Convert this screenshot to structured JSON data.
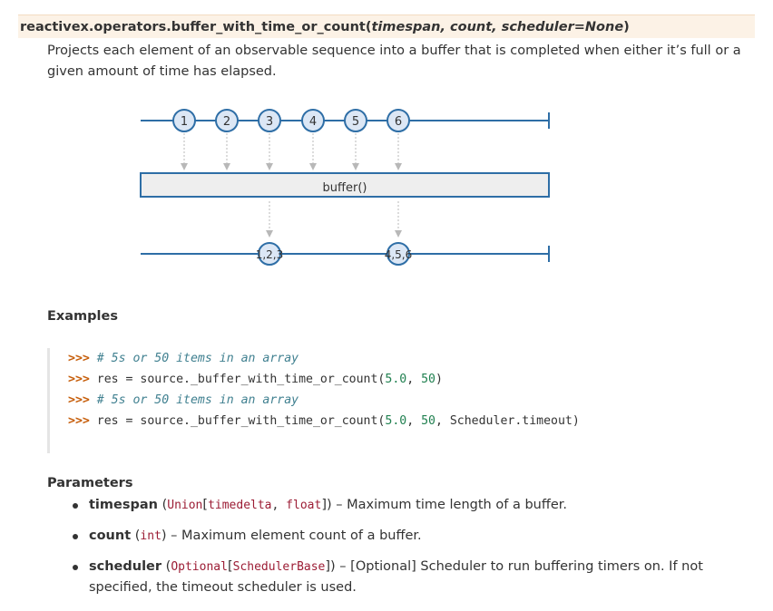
{
  "signature": {
    "name": "reactivex.operators.buffer_with_time_or_count",
    "open_paren": "(",
    "params": "timespan, count, scheduler=None",
    "close_paren": ")"
  },
  "description": "Projects each element of an observable sequence into a buffer that is completed when either it’s full or a given amount of time has elapsed.",
  "diagram": {
    "input_items": [
      "1",
      "2",
      "3",
      "4",
      "5",
      "6"
    ],
    "operator_label": "buffer()",
    "output_items": [
      "1,2,3",
      "4,5,6"
    ],
    "line_color": "#2e6ea6",
    "marble_fill": "#dce7f5"
  },
  "examples": {
    "heading": "Examples",
    "lines": [
      {
        "prompt": ">>>",
        "parts": [
          {
            "t": "cm",
            "v": "# 5s or 50 items in an array"
          }
        ]
      },
      {
        "prompt": ">>>",
        "parts": [
          {
            "t": "plain",
            "v": "res = source._buffer_with_time_or_count("
          },
          {
            "t": "num",
            "v": "5.0"
          },
          {
            "t": "plain",
            "v": ", "
          },
          {
            "t": "num",
            "v": "50"
          },
          {
            "t": "plain",
            "v": ")"
          }
        ]
      },
      {
        "prompt": ">>>",
        "parts": [
          {
            "t": "cm",
            "v": "# 5s or 50 items in an array"
          }
        ]
      },
      {
        "prompt": ">>>",
        "parts": [
          {
            "t": "plain",
            "v": "res = source._buffer_with_time_or_count("
          },
          {
            "t": "num",
            "v": "5.0"
          },
          {
            "t": "plain",
            "v": ", "
          },
          {
            "t": "num",
            "v": "50"
          },
          {
            "t": "plain",
            "v": ", Scheduler.timeout)"
          }
        ]
      }
    ]
  },
  "parameters": {
    "heading": "Parameters",
    "items": [
      {
        "name": "timespan",
        "open": " (",
        "type1": "Union",
        "lb": "[",
        "type2": "timedelta",
        "sep": ", ",
        "type3": "float",
        "rb": "])",
        "desc": " – Maximum time length of a buffer."
      },
      {
        "name": "count",
        "open": " (",
        "type1": "int",
        "close": ")",
        "desc": " – Maximum element count of a buffer."
      },
      {
        "name": "scheduler",
        "open": " (",
        "type1": "Optional",
        "lb": "[",
        "type2": "SchedulerBase",
        "rb": "])",
        "desc": " – [Optional] Scheduler to run buffering timers on. If not specified, the timeout scheduler is used."
      }
    ]
  }
}
